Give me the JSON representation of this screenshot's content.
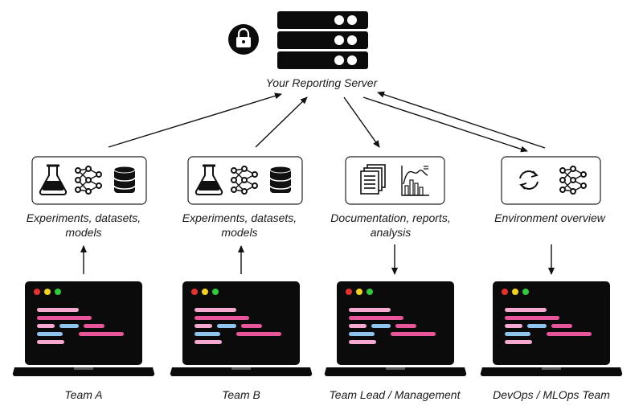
{
  "server": {
    "label": "Your Reporting Server",
    "lock_icon": "lock-icon",
    "server_icon": "server-rack-icon"
  },
  "columns": [
    {
      "caption_line1": "Experiments, datasets,",
      "caption_line2": "models",
      "icons": [
        "flask-icon",
        "neural-network-icon",
        "database-icon"
      ],
      "team": "Team A",
      "arrow": "up"
    },
    {
      "caption_line1": "Experiments, datasets,",
      "caption_line2": "models",
      "icons": [
        "flask-icon",
        "neural-network-icon",
        "database-icon"
      ],
      "team": "Team B",
      "arrow": "up"
    },
    {
      "caption_line1": "Documentation, reports,",
      "caption_line2": "analysis",
      "icons": [
        "documents-icon",
        "report-chart-icon"
      ],
      "team": "Team Lead / Management",
      "arrow": "down"
    },
    {
      "caption_line1": "Environment overview",
      "caption_line2": "",
      "icons": [
        "sync-icon",
        "neural-network-icon"
      ],
      "team": "DevOps / MLOps Team",
      "arrow": "down"
    }
  ],
  "colors": {
    "screen": "#0b0b0b",
    "dot_red": "#e5322d",
    "dot_yellow": "#f2d21a",
    "dot_green": "#2fcb3a",
    "code_pink_light": "#f5a8d0",
    "code_pink": "#e9559a",
    "code_blue": "#8ec4ee"
  }
}
